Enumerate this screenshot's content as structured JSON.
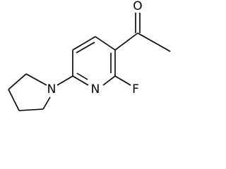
{
  "molecule": {
    "atoms": {
      "oxygen": "O",
      "fluorine": "F",
      "ring_nitrogen": "N",
      "pyrrolidine_nitrogen": "N"
    }
  },
  "colors": {
    "line": "#000000",
    "background": "#ffffff"
  }
}
